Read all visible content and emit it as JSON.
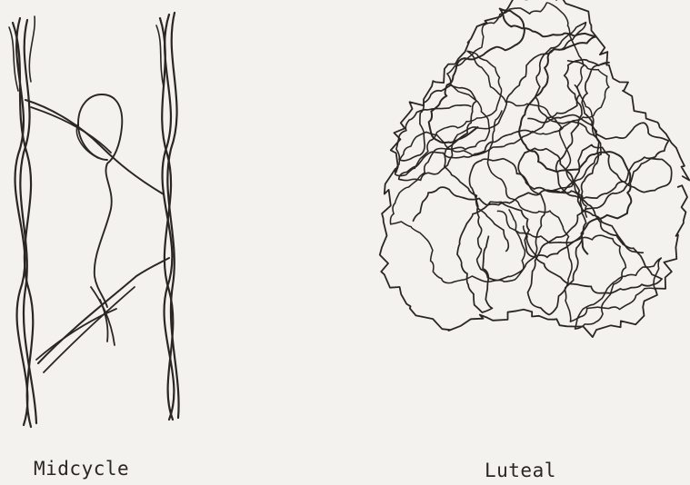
{
  "panels": [
    {
      "id": "midcycle",
      "caption": "Midcycle"
    },
    {
      "id": "luteal",
      "caption": "Luteal"
    }
  ],
  "colors": {
    "background": "#f3f2ef",
    "ink": "#2a2624"
  }
}
